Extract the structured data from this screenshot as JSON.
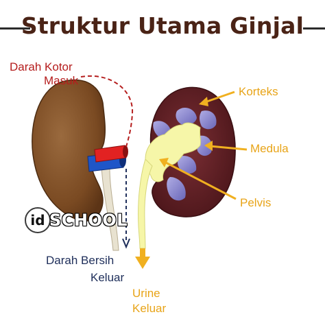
{
  "title": "Struktur Utama Ginjal",
  "labels": {
    "darah_kotor_1": "Darah Kotor",
    "darah_kotor_2": "Masuk",
    "darah_bersih_1": "Darah Bersih",
    "darah_bersih_2": "Keluar",
    "urine_1": "Urine",
    "urine_2": "Keluar",
    "korteks": "Korteks",
    "medula": "Medula",
    "pelvis": "Pelvis"
  },
  "logo": {
    "mark": "id",
    "word": "SCHOOL"
  },
  "colors": {
    "title": "#4a2316",
    "label_red": "#b51d1d",
    "label_navy": "#1e2e5a",
    "label_orange": "#e8a418",
    "kidney_outer": "#7a4a22",
    "cortex": "#5a1d22",
    "pyramid": "#8e8ed8",
    "pelvis": "#f6f6a8",
    "artery": "#e22222",
    "vein": "#1f56c8",
    "pointer": "#f0b020"
  }
}
